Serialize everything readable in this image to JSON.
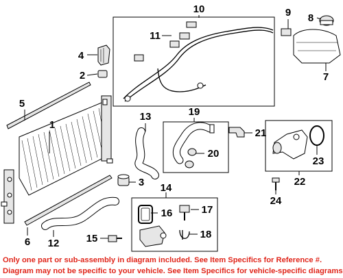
{
  "callouts": {
    "c1": "1",
    "c2": "2",
    "c3": "3",
    "c4": "4",
    "c5": "5",
    "c6": "6",
    "c7": "7",
    "c8": "8",
    "c9": "9",
    "c10": "10",
    "c11": "11",
    "c12": "12",
    "c13": "13",
    "c14": "14",
    "c15": "15",
    "c16": "16",
    "c17": "17",
    "c18": "18",
    "c19": "19",
    "c20": "20",
    "c21": "21",
    "c22": "22",
    "c23": "23",
    "c24": "24"
  },
  "notice": {
    "line1": "Only one part or sub-assembly in diagram included. See Item Specifics for Reference #.",
    "line2": "Diagram may not be specific to your vehicle. See Item Specifics for vehicle-specific diagrams."
  },
  "colors": {
    "notice_text": "#e0261b",
    "line_art": "#000000",
    "background": "#ffffff"
  }
}
